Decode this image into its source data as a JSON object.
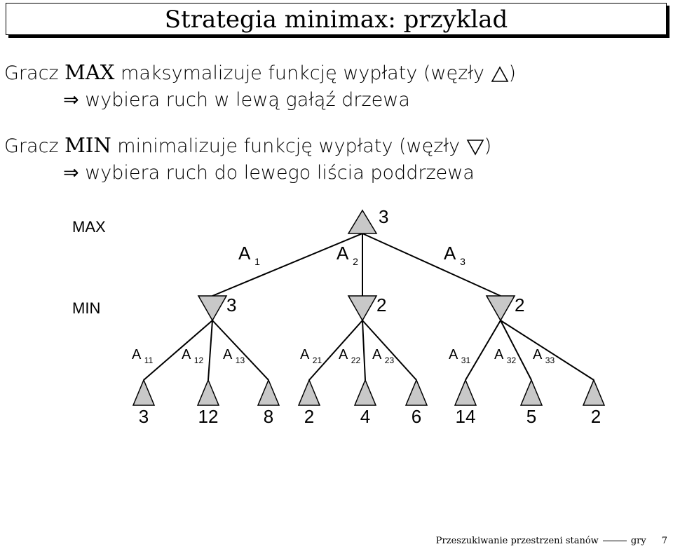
{
  "title": "Strategia minimax: przyklad",
  "max_line": {
    "prefix": "Gracz ",
    "player": "MAX",
    "text": " maksymalizuje funkcję wypłaty (węzły ",
    "suffix": ")"
  },
  "max_implication": "wybiera ruch w lewą gałąź drzewa",
  "min_line": {
    "prefix": "Gracz ",
    "player": "MIN",
    "text": " minimalizuje funkcję wypłaty (węzły ",
    "suffix": ")"
  },
  "min_implication": "wybiera ruch do lewego liścia poddrzewa",
  "tree": {
    "level_labels": [
      "MAX",
      "MIN"
    ],
    "root_value": "3",
    "root_moves": [
      {
        "base": "A",
        "sub": "1"
      },
      {
        "base": "A",
        "sub": "2"
      },
      {
        "base": "A",
        "sub": "3"
      }
    ],
    "min_values": [
      "3",
      "2",
      "2"
    ],
    "leaf_moves": [
      {
        "base": "A",
        "sub": "11"
      },
      {
        "base": "A",
        "sub": "12"
      },
      {
        "base": "A",
        "sub": "13"
      },
      {
        "base": "A",
        "sub": "21"
      },
      {
        "base": "A",
        "sub": "22"
      },
      {
        "base": "A",
        "sub": "23"
      },
      {
        "base": "A",
        "sub": "31"
      },
      {
        "base": "A",
        "sub": "32"
      },
      {
        "base": "A",
        "sub": "33"
      }
    ],
    "leaf_values": [
      "3",
      "12",
      "8",
      "2",
      "4",
      "6",
      "14",
      "5",
      "2"
    ]
  },
  "colors": {
    "node_fill": "#c8c8c8",
    "stroke": "#000000"
  },
  "footer": {
    "left": "Przeszukiwanie przestrzeni stanów",
    "right": "gry",
    "page": "7"
  }
}
